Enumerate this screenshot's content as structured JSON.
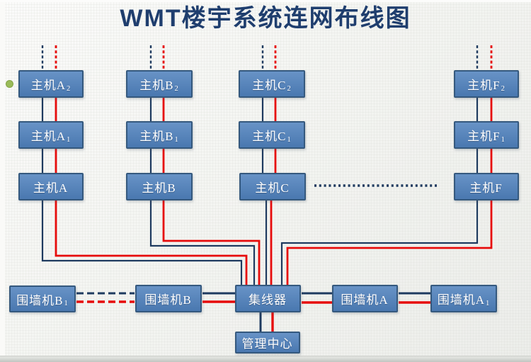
{
  "title": "WMT楼宇系统连网布线图",
  "colors": {
    "box_fill": "#4f81bd",
    "box_border": "#35597e",
    "line_navy": "#1e3a5f",
    "line_red": "#e60b0b",
    "title_color": "#1f3e6e",
    "dot_green": "#9abb59"
  },
  "nodes": {
    "host_a2": {
      "label": "主机A",
      "sub": "2"
    },
    "host_b2": {
      "label": "主机B",
      "sub": "2"
    },
    "host_c2": {
      "label": "主机C",
      "sub": "2"
    },
    "host_f2": {
      "label": "主机F",
      "sub": "2"
    },
    "host_a1": {
      "label": "主机A",
      "sub": "1"
    },
    "host_b1": {
      "label": "主机B",
      "sub": "1"
    },
    "host_c1": {
      "label": "主机C",
      "sub": "1"
    },
    "host_f1": {
      "label": "主机F",
      "sub": "1"
    },
    "host_a": {
      "label": "主机A",
      "sub": ""
    },
    "host_b": {
      "label": "主机B",
      "sub": ""
    },
    "host_c": {
      "label": "主机C",
      "sub": ""
    },
    "host_f": {
      "label": "主机F",
      "sub": ""
    },
    "wall_b1": {
      "label": "围墙机B",
      "sub": "1"
    },
    "wall_b": {
      "label": "围墙机B",
      "sub": ""
    },
    "hub": {
      "label": "集线器",
      "sub": ""
    },
    "wall_a": {
      "label": "围墙机A",
      "sub": ""
    },
    "wall_a1": {
      "label": "围墙机A",
      "sub": "1"
    },
    "mgmt": {
      "label": "管理中心",
      "sub": ""
    }
  },
  "links": [
    {
      "from": "host_a2",
      "to": "host_a1",
      "cables": [
        "navy",
        "red"
      ],
      "style": "solid"
    },
    {
      "from": "host_a1",
      "to": "host_a",
      "cables": [
        "navy",
        "red"
      ],
      "style": "solid"
    },
    {
      "from": "host_a",
      "to": "hub",
      "cables": [
        "navy",
        "red"
      ],
      "style": "solid"
    },
    {
      "from": "host_b2",
      "to": "host_b1",
      "cables": [
        "navy",
        "red"
      ],
      "style": "solid"
    },
    {
      "from": "host_b1",
      "to": "host_b",
      "cables": [
        "navy",
        "red"
      ],
      "style": "solid"
    },
    {
      "from": "host_b",
      "to": "hub",
      "cables": [
        "navy",
        "red"
      ],
      "style": "solid"
    },
    {
      "from": "host_c2",
      "to": "host_c1",
      "cables": [
        "navy",
        "red"
      ],
      "style": "solid"
    },
    {
      "from": "host_c1",
      "to": "host_c",
      "cables": [
        "navy",
        "red"
      ],
      "style": "solid"
    },
    {
      "from": "host_c",
      "to": "hub",
      "cables": [
        "navy",
        "red"
      ],
      "style": "solid"
    },
    {
      "from": "host_f2",
      "to": "host_f1",
      "cables": [
        "navy",
        "red"
      ],
      "style": "solid"
    },
    {
      "from": "host_f1",
      "to": "host_f",
      "cables": [
        "navy",
        "red"
      ],
      "style": "solid"
    },
    {
      "from": "host_f",
      "to": "hub",
      "cables": [
        "navy",
        "red"
      ],
      "style": "solid"
    },
    {
      "from": "host_a2",
      "to": "above",
      "cables": [
        "navy",
        "red"
      ],
      "style": "dashed"
    },
    {
      "from": "host_b2",
      "to": "above",
      "cables": [
        "navy",
        "red"
      ],
      "style": "dashed"
    },
    {
      "from": "host_c2",
      "to": "above",
      "cables": [
        "navy",
        "red"
      ],
      "style": "dashed"
    },
    {
      "from": "host_f2",
      "to": "above",
      "cables": [
        "navy",
        "red"
      ],
      "style": "dashed"
    },
    {
      "from": "host_c",
      "to": "host_f",
      "cables": [
        "navy"
      ],
      "style": "dotted-ellipsis"
    },
    {
      "from": "wall_b1",
      "to": "wall_b",
      "cables": [
        "navy",
        "red"
      ],
      "style": "dashed"
    },
    {
      "from": "wall_b",
      "to": "hub",
      "cables": [
        "navy",
        "red"
      ],
      "style": "solid"
    },
    {
      "from": "hub",
      "to": "wall_a",
      "cables": [
        "navy",
        "red"
      ],
      "style": "solid"
    },
    {
      "from": "wall_a",
      "to": "wall_a1",
      "cables": [
        "navy",
        "red"
      ],
      "style": "solid"
    },
    {
      "from": "hub",
      "to": "mgmt",
      "cables": [
        "navy",
        "red"
      ],
      "style": "solid"
    }
  ]
}
